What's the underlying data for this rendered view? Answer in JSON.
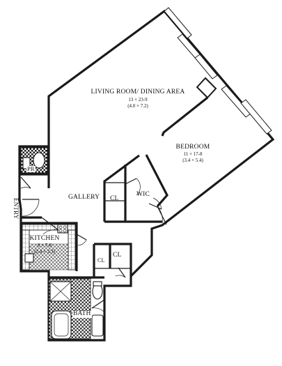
{
  "rooms": {
    "living": {
      "name": "LIVING ROOM/ DINING AREA",
      "dim_ft": "13 × 23-9",
      "dim_m": "(4.0 × 7.2)"
    },
    "bedroom": {
      "name": "BEDROOM",
      "dim_ft": "11 × 17-8",
      "dim_m": "(3.4 × 5.4)"
    },
    "kitchen": {
      "name": "KITCHEN",
      "dim_ft": "8 × 7-8",
      "dim_m": "(2.4 × 2.3)"
    },
    "gallery": {
      "name": "GALLERY"
    },
    "wic": {
      "name": "WIC"
    },
    "cl_gallery": {
      "name": "CL"
    },
    "cl_hall_1": {
      "name": "CL"
    },
    "cl_hall_2": {
      "name": "CL"
    },
    "powder": {
      "name": "PR"
    },
    "bath": {
      "name": "BATH"
    },
    "entry": {
      "name": "ENTRY"
    }
  }
}
